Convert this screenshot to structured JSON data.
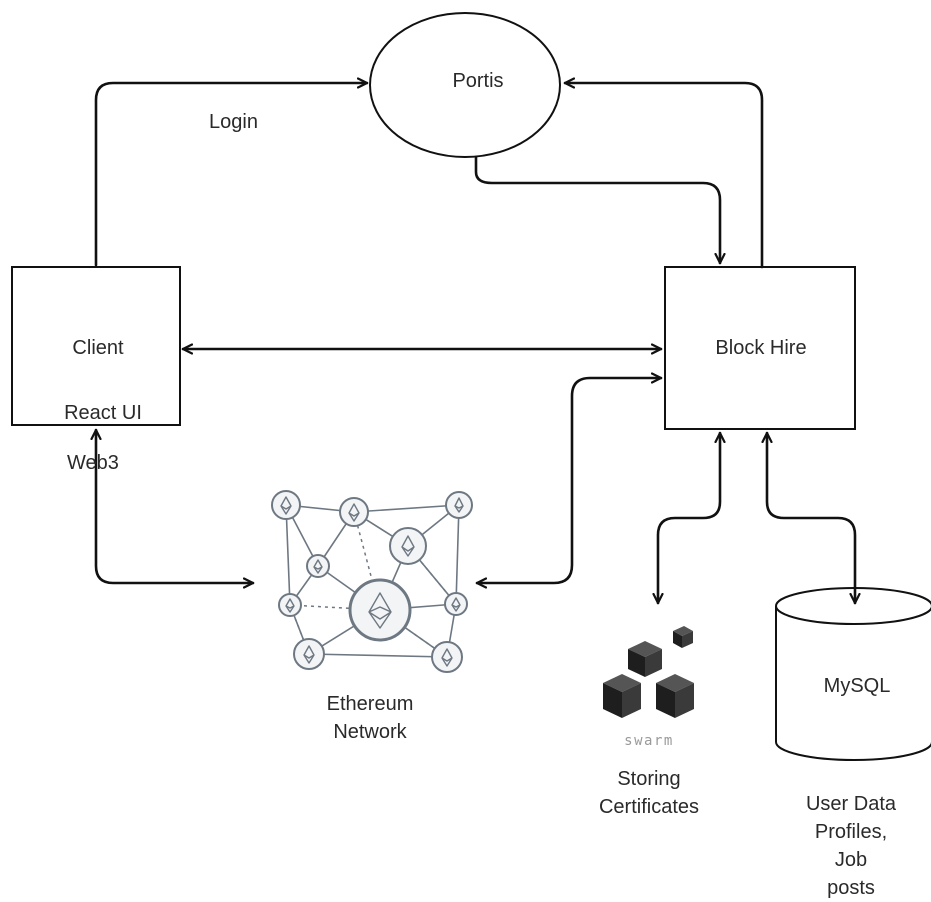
{
  "diagram": {
    "nodes": {
      "portis": {
        "label": "Portis"
      },
      "client": {
        "label": "Client",
        "sublabel": "React UI"
      },
      "block_hire": {
        "label": "Block Hire"
      },
      "ethereum": {
        "label_lines": [
          "Ethereum",
          "Network"
        ]
      },
      "swarm": {
        "logo_text": "swarm",
        "label_lines": [
          "Storing",
          "Certificates"
        ]
      },
      "mysql": {
        "label": "MySQL",
        "note_lines": [
          "User Data",
          "Profiles,",
          "Job",
          "posts"
        ]
      }
    },
    "edge_labels": {
      "login": "Login",
      "web3": "Web3"
    },
    "colors": {
      "stroke": "#111111",
      "text": "#2a2a2a",
      "network_gray": "#6e7882",
      "network_light": "#f2f4f6",
      "swarm_dark": "#2b2b2b"
    }
  }
}
